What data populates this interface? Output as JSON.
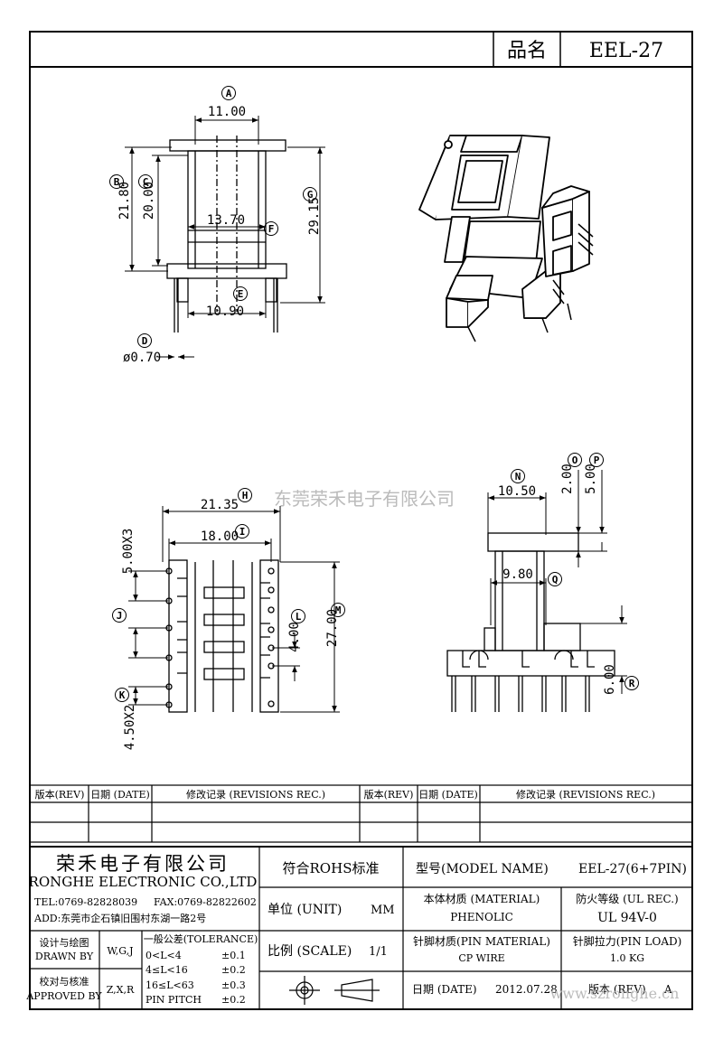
{
  "header": {
    "name_label": "品名",
    "model": "EEL-27"
  },
  "watermark": "东莞荣禾电子有限公司",
  "dims": {
    "A": "11.00",
    "B": "21.80",
    "C": "20.00",
    "D": "ø0.70",
    "E": "10.90",
    "F": "13.70",
    "G": "29.15",
    "H": "21.35",
    "I": "18.00",
    "J": "5.00X3",
    "K": "4.50X2",
    "L": "4.00",
    "M": "27.00",
    "N": "10.50",
    "O": "2.00",
    "P": "5.00",
    "Q": "9.80",
    "R": "6.00"
  },
  "rev_table": {
    "headers": [
      "版本(REV)",
      "日期 (DATE)",
      "修改记录 (REVISIONS REC.)",
      "版本(REV)",
      "日期 (DATE)",
      "修改记录 (REVISIONS REC.)"
    ]
  },
  "company": {
    "name_cn": "荣禾电子有限公司",
    "name_en": "RONGHE ELECTRONIC CO.,LTD",
    "tel": "TEL:0769-82828039",
    "fax": "FAX:0769-82822602",
    "addr": "ADD:东莞市企石镇旧围村东湖一路2号"
  },
  "sign": {
    "drawn_cn": "设计与绘图",
    "drawn_en": "DRAWN BY",
    "drawn_val": "W,G,J",
    "approved_cn": "校对与核准",
    "approved_en": "APPROVED BY",
    "approved_val": "Z,X,R"
  },
  "tolerance": {
    "title": "一般公差(TOLERANCE)",
    "rows": [
      {
        "range": "0<L<4",
        "tol": "±0.1"
      },
      {
        "range": "4≤L<16",
        "tol": "±0.2"
      },
      {
        "range": "16≤L<63",
        "tol": "±0.3"
      },
      {
        "range": "PIN PITCH",
        "tol": "±0.2"
      }
    ]
  },
  "info": {
    "rohs": "符合ROHS标准",
    "unit_label": "单位 (UNIT)",
    "unit_val": "MM",
    "scale_label": "比例 (SCALE)",
    "scale_val": "1/1",
    "model_label": "型号(MODEL NAME)",
    "model_val": "EEL-27(6+7PIN)",
    "material_label": "本体材质 (MATERIAL)",
    "material_val": "PHENOLIC",
    "ul_label": "防火等级 (UL REC.)",
    "ul_val": "UL 94V-0",
    "pin_mat_label": "针脚材质(PIN MATERIAL)",
    "pin_mat_val": "CP WIRE",
    "pin_load_label": "针脚拉力(PIN LOAD)",
    "pin_load_val": "1.0 KG",
    "date_label": "日期 (DATE)",
    "date_val": "2012.07.28",
    "rev_label": "版本 (REV)",
    "rev_val": "A",
    "website": "www.szronghe.cn"
  }
}
